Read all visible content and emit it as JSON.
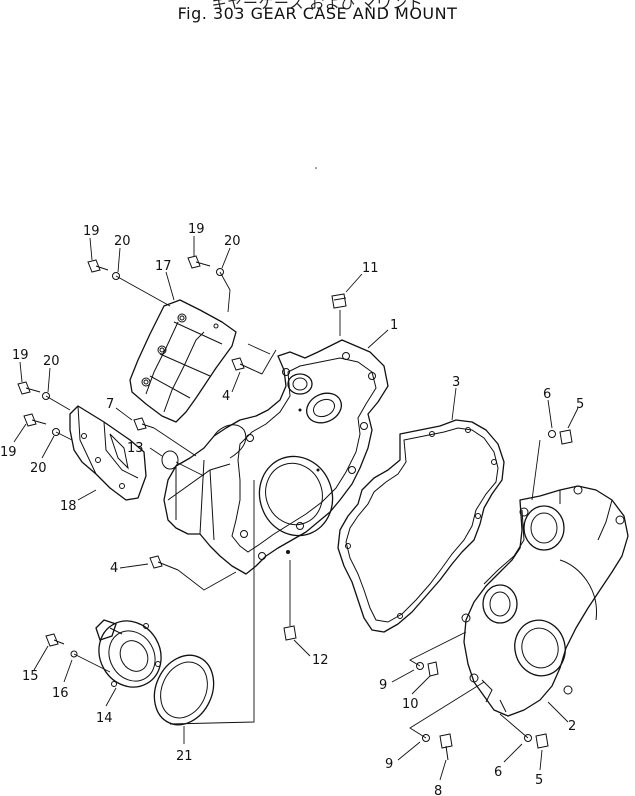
{
  "figure": {
    "title_jp": "ギヤーケース および マウント",
    "title": "Fig. 303  GEAR CASE AND MOUNT"
  },
  "callouts": [
    {
      "id": "c1",
      "label": "1"
    },
    {
      "id": "c2",
      "label": "2"
    },
    {
      "id": "c3",
      "label": "3"
    },
    {
      "id": "c4a",
      "label": "4"
    },
    {
      "id": "c4b",
      "label": "4"
    },
    {
      "id": "c5a",
      "label": "5"
    },
    {
      "id": "c5b",
      "label": "5"
    },
    {
      "id": "c6a",
      "label": "6"
    },
    {
      "id": "c6b",
      "label": "6"
    },
    {
      "id": "c7",
      "label": "7"
    },
    {
      "id": "c8",
      "label": "8"
    },
    {
      "id": "c9a",
      "label": "9"
    },
    {
      "id": "c9b",
      "label": "9"
    },
    {
      "id": "c10",
      "label": "10"
    },
    {
      "id": "c11",
      "label": "11"
    },
    {
      "id": "c12",
      "label": "12"
    },
    {
      "id": "c13",
      "label": "13"
    },
    {
      "id": "c14",
      "label": "14"
    },
    {
      "id": "c15",
      "label": "15"
    },
    {
      "id": "c16",
      "label": "16"
    },
    {
      "id": "c17",
      "label": "17"
    },
    {
      "id": "c18",
      "label": "18"
    },
    {
      "id": "c19a",
      "label": "19"
    },
    {
      "id": "c19b",
      "label": "19"
    },
    {
      "id": "c19c",
      "label": "19"
    },
    {
      "id": "c19d",
      "label": "19"
    },
    {
      "id": "c20a",
      "label": "20"
    },
    {
      "id": "c20b",
      "label": "20"
    },
    {
      "id": "c20c",
      "label": "20"
    },
    {
      "id": "c20d",
      "label": "20"
    },
    {
      "id": "c21",
      "label": "21"
    }
  ]
}
